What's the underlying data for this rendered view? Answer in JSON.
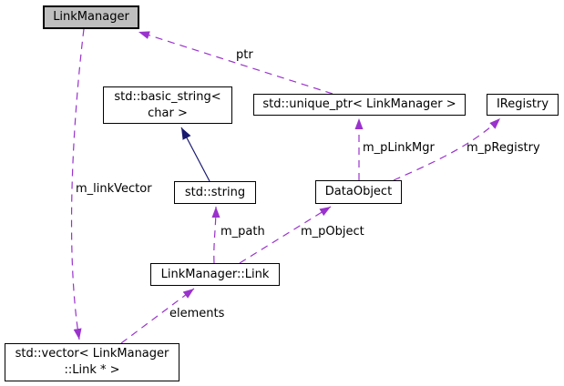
{
  "colors": {
    "background": "#ffffff",
    "dependency_edge": "#9a32cd",
    "inheritance_edge": "#191970",
    "node_fill": "#ffffff",
    "highlighted_node_fill": "#bfbfbf",
    "node_border": "#000000",
    "text": "#000000"
  },
  "nodes": {
    "linkmanager": {
      "label": "LinkManager"
    },
    "basic_string": {
      "label": "std::basic_string<\nchar >"
    },
    "unique_ptr": {
      "label": "std::unique_ptr< LinkManager >"
    },
    "iregistry": {
      "label": "IRegistry"
    },
    "string": {
      "label": "std::string"
    },
    "dataobject": {
      "label": "DataObject"
    },
    "link": {
      "label": "LinkManager::Link"
    },
    "vector": {
      "label": "std::vector< LinkManager\n::Link * >"
    }
  },
  "edges": {
    "m_linkVector": {
      "label": "m_linkVector",
      "from": "LinkManager",
      "to": "std::vector< LinkManager::Link * >",
      "style": "dashed"
    },
    "ptr": {
      "label": "ptr",
      "from": "std::unique_ptr< LinkManager >",
      "to": "LinkManager",
      "style": "dashed"
    },
    "inheritance": {
      "label": "",
      "from": "std::string",
      "to": "std::basic_string< char >",
      "style": "solid"
    },
    "m_path": {
      "label": "m_path",
      "from": "LinkManager::Link",
      "to": "std::string",
      "style": "dashed"
    },
    "m_pObject": {
      "label": "m_pObject",
      "from": "LinkManager::Link",
      "to": "DataObject",
      "style": "dashed"
    },
    "m_pLinkMgr": {
      "label": "m_pLinkMgr",
      "from": "DataObject",
      "to": "std::unique_ptr< LinkManager >",
      "style": "dashed"
    },
    "m_pRegistry": {
      "label": "m_pRegistry",
      "from": "DataObject",
      "to": "IRegistry",
      "style": "dashed"
    },
    "elements": {
      "label": "elements",
      "from": "std::vector< LinkManager::Link * >",
      "to": "LinkManager::Link",
      "style": "dashed"
    }
  }
}
